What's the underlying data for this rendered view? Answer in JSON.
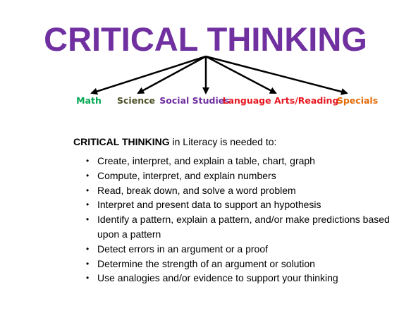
{
  "title": "CRITICAL THINKING",
  "colors": {
    "title": "#7030a0",
    "arrow": "#000000",
    "text": "#000000"
  },
  "branches": [
    {
      "label": "Math",
      "color": "#00a651"
    },
    {
      "label": "Science",
      "color": "#4f5228"
    },
    {
      "label": "Social Studies",
      "color": "#7030a0"
    },
    {
      "label": "Language Arts/Reading",
      "color": "#e8171f"
    },
    {
      "label": "Specials",
      "color": "#e36c0a"
    }
  ],
  "intro": {
    "bold": "CRITICAL THINKING",
    "rest": " in Literacy is needed to:"
  },
  "bullet_glyph": "•",
  "bullets": [
    "Create, interpret, and explain a table, chart, graph",
    "Compute, interpret, and explain numbers",
    "Read, break down, and solve a word problem",
    "Interpret and present data to support an hypothesis",
    "Identify a pattern, explain a pattern, and/or make predictions based upon a pattern",
    "Detect errors in an argument or a proof",
    "Determine the strength of an argument or solution",
    "Use analogies and/or evidence to support your thinking"
  ]
}
